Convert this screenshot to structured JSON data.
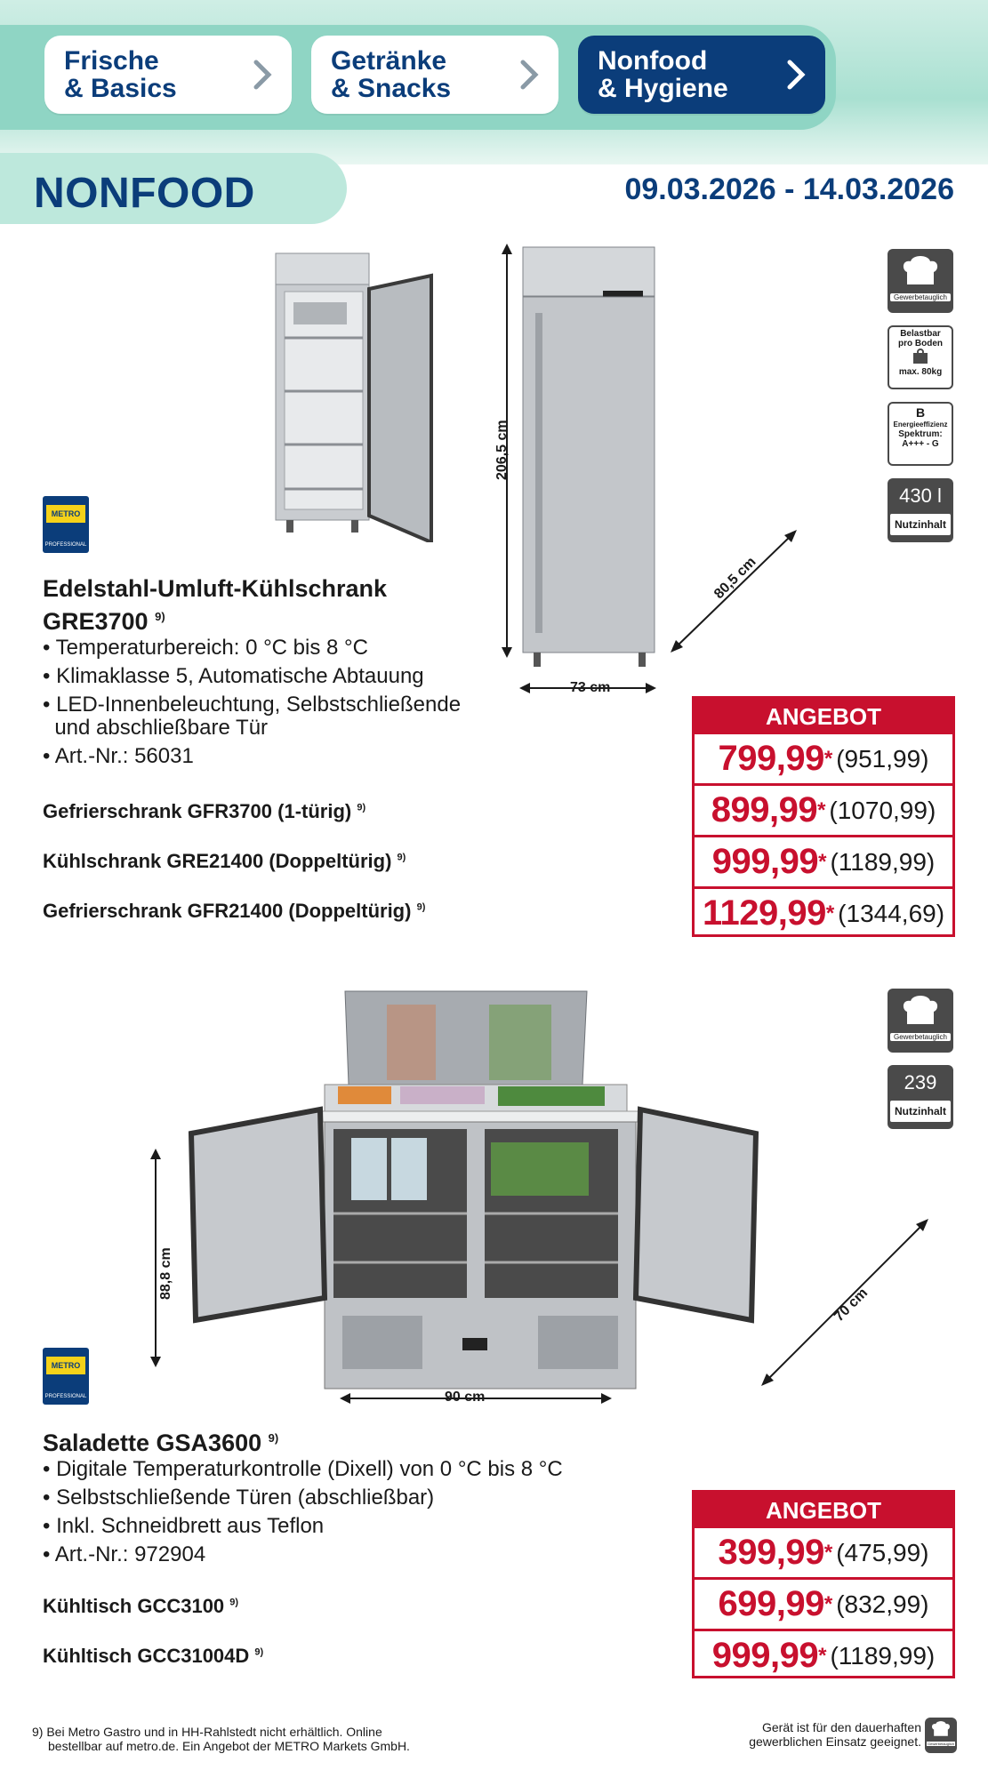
{
  "nav": {
    "tabs": [
      {
        "label": "Frische\n& Basics",
        "active": false
      },
      {
        "label": "Getränke\n& Snacks",
        "active": false
      },
      {
        "label": "Nonfood\n& Hygiene",
        "active": true
      }
    ]
  },
  "header": {
    "section_title": "NONFOOD",
    "date_range": "09.03.2026 - 14.03.2026"
  },
  "colors": {
    "brand_blue": "#0b3d7a",
    "price_red": "#c8102e",
    "mint": "#a9e0d1"
  },
  "product1": {
    "logo_text": "METRO",
    "logo_sub": "PROFESSIONAL",
    "title_line1": "Edelstahl-Umluft-Kühlschrank",
    "title_line2": "GRE3700",
    "title_sup": "9)",
    "bullets": [
      "• Temperaturbereich: 0 °C bis 8 °C",
      "• Klimaklasse 5, Automatische Abtauung",
      "• LED-Innenbeleuchtung, Selbstschließende",
      "  und abschließbare Tür",
      "• Art.-Nr.: 56031"
    ],
    "variants": [
      {
        "name": "Gefrierschrank GFR3700 (1-türig)",
        "sup": "9)"
      },
      {
        "name": "Kühlschrank GRE21400 (Doppeltürig)",
        "sup": "9)"
      },
      {
        "name": "Gefrierschrank GFR21400 (Doppeltürig)",
        "sup": "9)"
      }
    ],
    "dimensions": {
      "height": "206,5 cm",
      "width": "73 cm",
      "depth": "80,5 cm"
    },
    "badges": {
      "commercial": "Gewerbetauglich",
      "load_line1": "Belastbar",
      "load_line2": "pro Boden",
      "load_value": "max. 80kg",
      "energy_class": "B",
      "energy_label": "Energieeffizienz",
      "energy_spectrum_label": "Spektrum:",
      "energy_spectrum": "A+++ - G",
      "volume": "430 l",
      "volume_label": "Nutzinhalt"
    },
    "price_header": "ANGEBOT",
    "prices": [
      {
        "price": "799,99",
        "star": "*",
        "gross": "(951,99)"
      },
      {
        "price": "899,99",
        "star": "*",
        "gross": "(1070,99)"
      },
      {
        "price": "999,99",
        "star": "*",
        "gross": "(1189,99)"
      },
      {
        "price": "1129,99",
        "star": "*",
        "gross": "(1344,69)"
      }
    ]
  },
  "product2": {
    "logo_text": "METRO",
    "logo_sub": "PROFESSIONAL",
    "title": "Saladette GSA3600",
    "title_sup": "9)",
    "bullets": [
      "• Digitale Temperaturkontrolle (Dixell) von 0 °C bis 8 °C",
      "• Selbstschließende Türen (abschließbar)",
      "• Inkl. Schneidbrett aus Teflon",
      "• Art.-Nr.: 972904"
    ],
    "variants": [
      {
        "name": "Kühltisch GCC3100",
        "sup": "9)"
      },
      {
        "name": "Kühltisch GCC31004D",
        "sup": "9)"
      }
    ],
    "dimensions": {
      "height": "88,8 cm",
      "width": "90 cm",
      "depth": "70 cm"
    },
    "badges": {
      "commercial": "Gewerbetauglich",
      "volume": "239",
      "volume_label": "Nutzinhalt"
    },
    "price_header": "ANGEBOT",
    "prices": [
      {
        "price": "399,99",
        "star": "*",
        "gross": "(475,99)"
      },
      {
        "price": "699,99",
        "star": "*",
        "gross": "(832,99)"
      },
      {
        "price": "999,99",
        "star": "*",
        "gross": "(1189,99)"
      }
    ]
  },
  "footer": {
    "footnote_line1": "9) Bei Metro Gastro und in HH-Rahlstedt nicht erhältlich. Online",
    "footnote_line2": "bestellbar auf metro.de. Ein Angebot der METRO Markets GmbH.",
    "legend_line1": "Gerät ist für den dauerhaften",
    "legend_line2": "gewerblichen Einsatz geeignet.",
    "legend_badge": "Gewerbetauglich"
  }
}
